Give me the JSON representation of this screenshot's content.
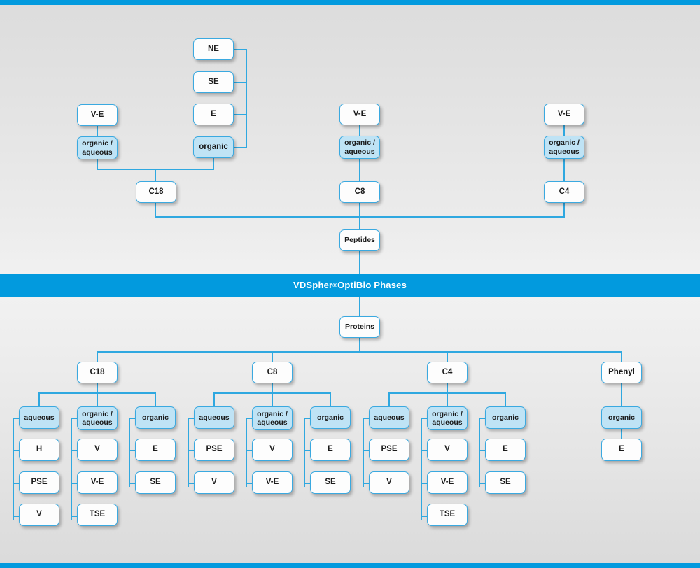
{
  "banner": {
    "brand": "VDSpher",
    "registered": "®",
    "rest": " OptiBio Phases",
    "full_text": "VDSpher® OptiBio Phases",
    "bg_color": "#029ade"
  },
  "theme": {
    "accent": "#029ade",
    "line": "#2fa8e0",
    "node_border": "#3aa9e0",
    "node_fill": "#fdfdfd",
    "node_fill_highlight": "#bfe3f5",
    "page_bg": "#e8e8e8"
  },
  "peptides": {
    "root_label": "Peptides",
    "columns": [
      {
        "phase_label": "C18",
        "groups": [
          {
            "label": "V-E",
            "category": "organic /\naqueous",
            "category_line1": "organic /",
            "category_line2": "aqueous"
          },
          {
            "label": "organic",
            "modifiers": [
              "NE",
              "SE",
              "E"
            ]
          }
        ]
      },
      {
        "phase_label": "C8",
        "groups": [
          {
            "label": "V-E",
            "category_line1": "organic /",
            "category_line2": "aqueous"
          }
        ]
      },
      {
        "phase_label": "C4",
        "groups": [
          {
            "label": "V-E",
            "category_line1": "organic /",
            "category_line2": "aqueous"
          }
        ]
      }
    ]
  },
  "proteins": {
    "root_label": "Proteins",
    "phases": [
      {
        "label": "C18",
        "categories": [
          {
            "label": "aqueous",
            "items": [
              "H",
              "PSE",
              "V"
            ]
          },
          {
            "label_line1": "organic /",
            "label_line2": "aqueous",
            "items": [
              "V",
              "V-E",
              "TSE"
            ]
          },
          {
            "label": "organic",
            "items": [
              "E",
              "SE"
            ]
          }
        ]
      },
      {
        "label": "C8",
        "categories": [
          {
            "label": "aqueous",
            "items": [
              "PSE",
              "V"
            ]
          },
          {
            "label_line1": "organic /",
            "label_line2": "aqueous",
            "items": [
              "V",
              "V-E"
            ]
          },
          {
            "label": "organic",
            "items": [
              "E",
              "SE"
            ]
          }
        ]
      },
      {
        "label": "C4",
        "categories": [
          {
            "label": "aqueous",
            "items": [
              "PSE",
              "V"
            ]
          },
          {
            "label_line1": "organic /",
            "label_line2": "aqueous",
            "items": [
              "V",
              "V-E",
              "TSE"
            ]
          },
          {
            "label": "organic",
            "items": [
              "E",
              "SE"
            ]
          }
        ]
      },
      {
        "label": "Phenyl",
        "categories": [
          {
            "label": "organic",
            "items": [
              "E"
            ]
          }
        ]
      }
    ]
  },
  "labels": {
    "ne": "NE",
    "se": "SE",
    "e": "E",
    "organic": "organic",
    "ve": "V-E",
    "organic_aqueous_1": "organic /",
    "organic_aqueous_2": "aqueous",
    "c18": "C18",
    "c8": "C8",
    "c4": "C4",
    "phenyl": "Phenyl",
    "aqueous": "aqueous",
    "h": "H",
    "pse": "PSE",
    "v": "V",
    "tse": "TSE",
    "peptides": "Peptides",
    "proteins": "Proteins"
  }
}
